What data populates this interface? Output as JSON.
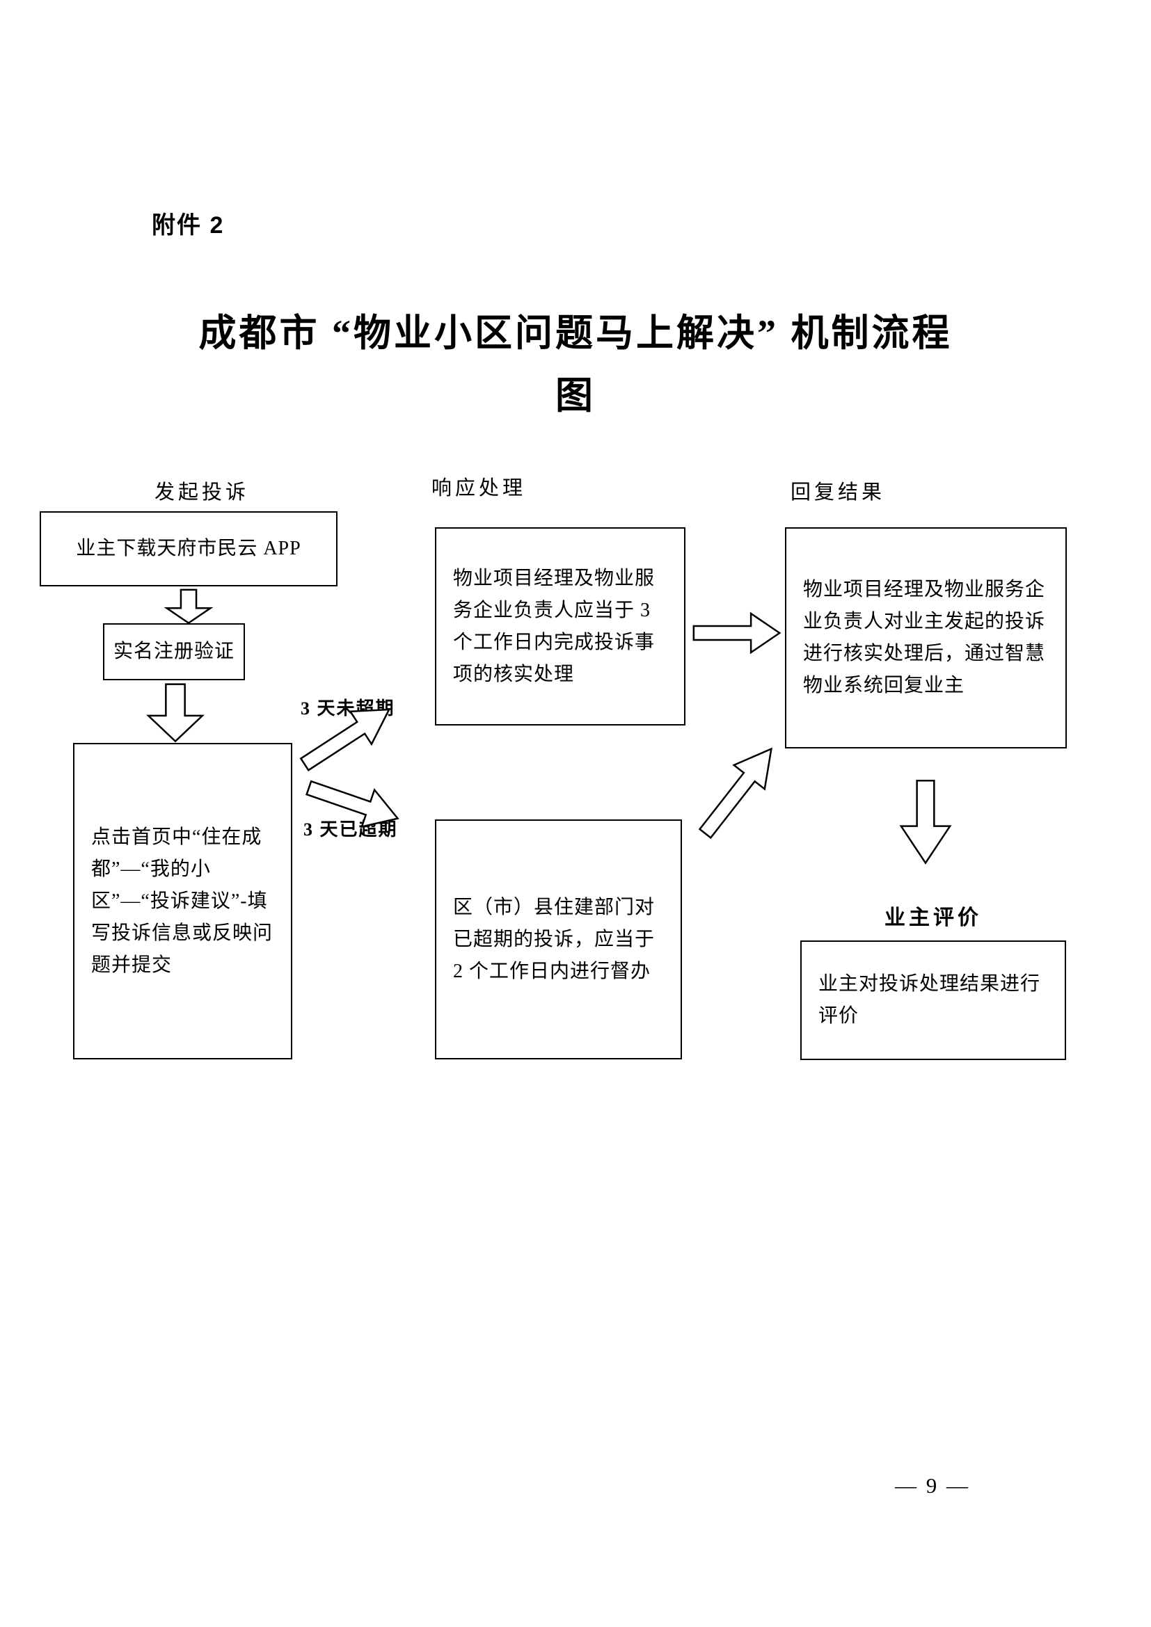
{
  "page": {
    "attachment": "附件 2",
    "title_line1": "成都市 “物业小区问题马上解决” 机制流程",
    "title_line2": "图",
    "page_number": "— 9 —"
  },
  "headers": {
    "initiate": "发起投诉",
    "respond": "响应处理",
    "reply": "回复结果"
  },
  "flow": {
    "download_app": "业主下载天府市民云 APP",
    "real_name": "实名注册验证",
    "submit": "点击首页中“住在成都”—“我的小区”—“投诉建议”-填写投诉信息或反映问题并提交",
    "manager_verify": "物业项目经理及物业服务企业负责人应当于 3 个工作日内完成投诉事项的核实处理",
    "district_supervision": "区（市）县住建部门对已超期的投诉，应当于 2 个工作日内进行督办",
    "reply_owner": "物业项目经理及物业服务企业负责人对业主发起的投诉进行核实处理后，通过智慧物业系统回复业主",
    "owner_evaluation_title": "业主评价",
    "owner_evaluation": "业主对投诉处理结果进行评价",
    "label_within_3_days": "3 天未超期",
    "label_over_3_days": "3 天已超期"
  }
}
